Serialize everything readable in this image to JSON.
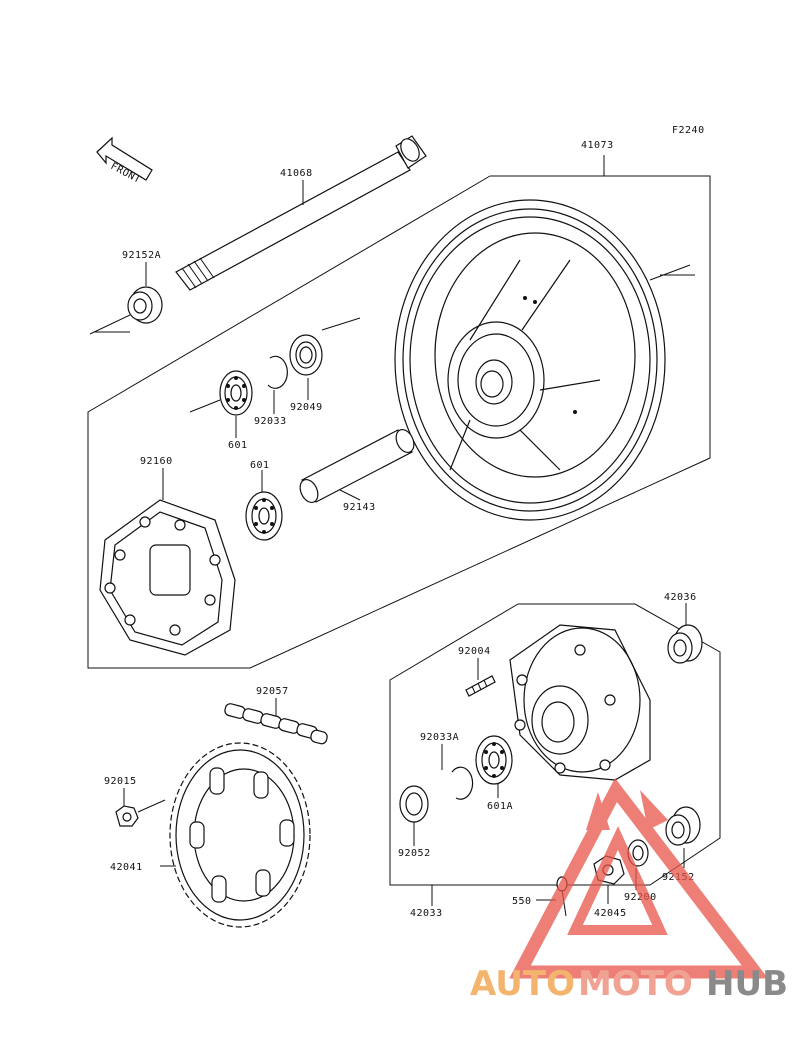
{
  "figure_code": "F2240",
  "front_label": "FRONT",
  "parts": {
    "p41068": "41068",
    "p41073": "41073",
    "p92152A": "92152A",
    "p92049": "92049",
    "p92033": "92033",
    "p601_upper": "601",
    "p601_lower": "601",
    "p92160": "92160",
    "p92143": "92143",
    "p42036": "42036",
    "p92004": "92004",
    "p92057": "92057",
    "p92033A": "92033A",
    "p601A": "601A",
    "p92015": "92015",
    "p92052": "92052",
    "p42041": "42041",
    "p42033": "42033",
    "p550": "550",
    "p42045": "42045",
    "p92200": "92200",
    "p92152": "92152"
  },
  "watermark": {
    "part1": "AUTO",
    "part2": "MOTO",
    "part3": "HUB",
    "color_auto": "#f3b56e",
    "color_moto": "#f0a392",
    "color_hub": "#8a8a8a",
    "triangle_color": "#e8554a"
  }
}
